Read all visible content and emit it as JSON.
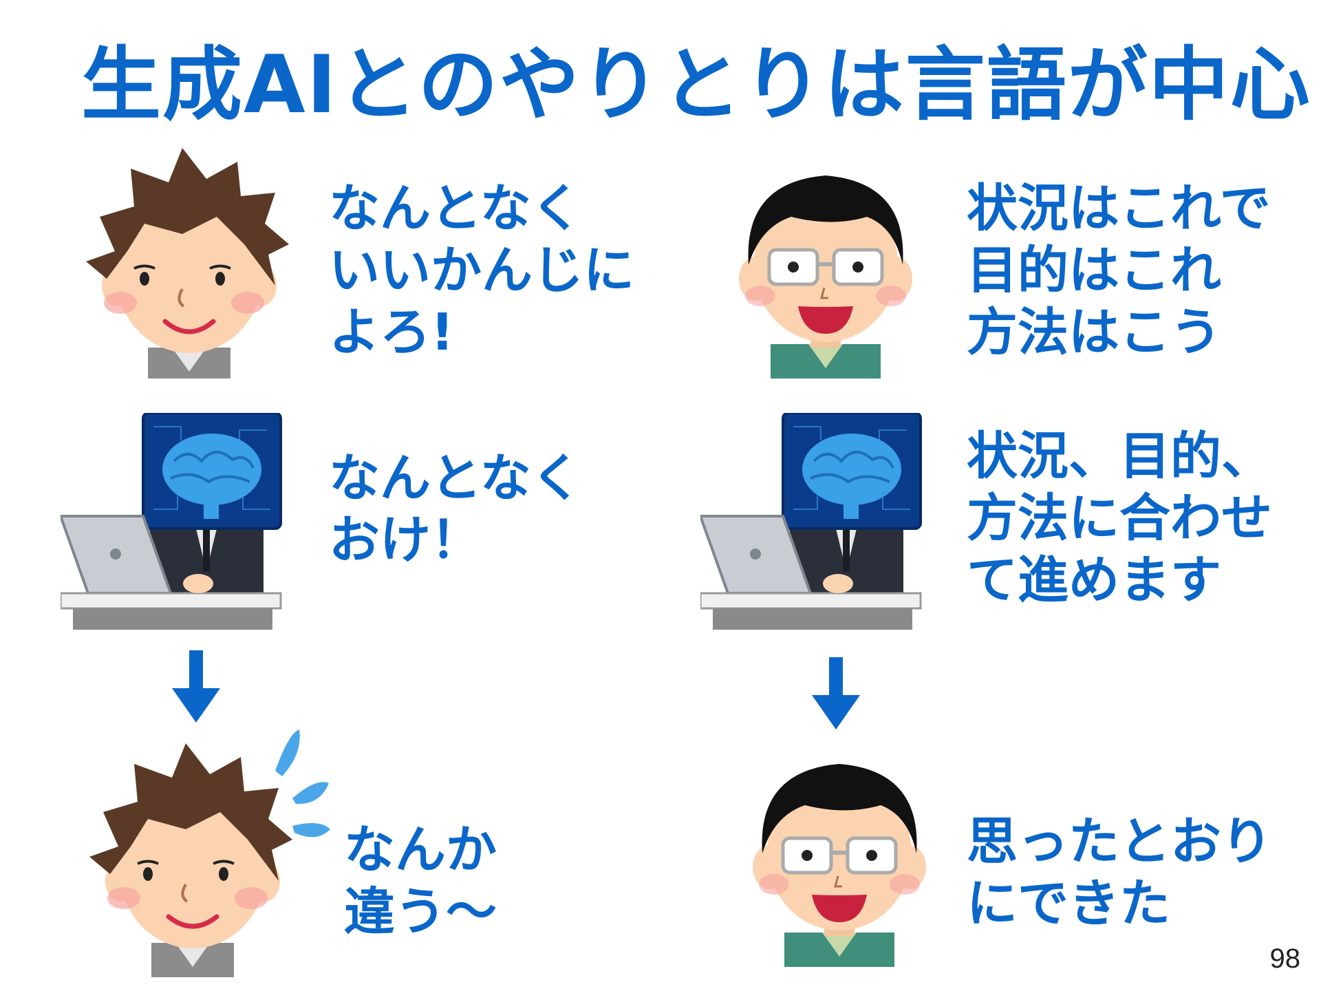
{
  "title": "生成AIとのやりとりは言語が中心",
  "left": {
    "prompt_lines": [
      "なんとなく",
      "いいかんじに",
      "よろ!"
    ],
    "ai_lines": [
      "なんとなく",
      "おけ！"
    ],
    "result_lines": [
      "なんか",
      "違う～"
    ]
  },
  "right": {
    "prompt_lines": [
      "状況はこれで",
      "目的はこれ",
      "方法はこう"
    ],
    "ai_lines": [
      "状況、目的、",
      "方法に合わせ",
      "て進めます"
    ],
    "result_lines": [
      "思ったとおり",
      "にできた"
    ]
  },
  "page_number": "98",
  "colors": {
    "accent": "#0a66c9",
    "casual_hair": "#5a3a26",
    "formal_hair": "#111111",
    "skin": "#fbd3b0",
    "monitor": "#0b3c8c",
    "brain": "#3aa0e8",
    "sweat": "#4aa6e8"
  }
}
